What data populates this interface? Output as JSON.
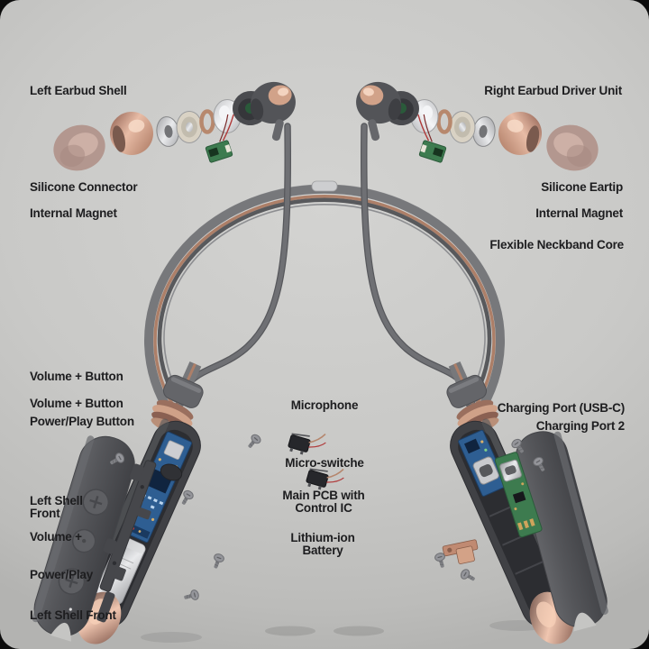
{
  "diagram": {
    "subject": "neckband-earphones-exploded-view",
    "colors": {
      "background": "#c9c9c7",
      "label_text": "#1d1d1f",
      "shell_gray": "#56575b",
      "neckband_gray": "#77787b",
      "copper_accent": "#c89a84",
      "pcb_blue": "#2e5e92",
      "pcb_green": "#3d7b4f",
      "battery_silver": "#c6c7c9"
    }
  },
  "labels": {
    "left_earbud_shell": "Left Earbud Shell",
    "silicone_connector": "Silicone Connector",
    "internal_magnet_left": "Internal Magnet",
    "volume_plus_button_1": "Volume + Button",
    "volume_plus_button_2": "Volume + Button",
    "power_play_button": "Power/Play Button",
    "left_shell_front_1": "Left Shell\nFront",
    "volume_plus": "Volume +",
    "power_play": "Power/Play",
    "left_shell_front_2": "Left Shell Front",
    "right_earbud_driver_unit": "Right Earbud Driver Unit",
    "silicone_eartip": "Silicone Eartip",
    "internal_magnet_right": "Internal Magnet",
    "flexible_neckband_core": "Flexible Neckband Core",
    "charging_port_usb_c": "Charging Port (USB-C)",
    "charging_port_2": "Charging Port 2",
    "microphone": "Microphone",
    "micro_switche": "Micro-switche",
    "main_pcb": "Main PCB with\nControl IC",
    "lithium_ion_battery": "Lithium-ion\nBattery"
  }
}
